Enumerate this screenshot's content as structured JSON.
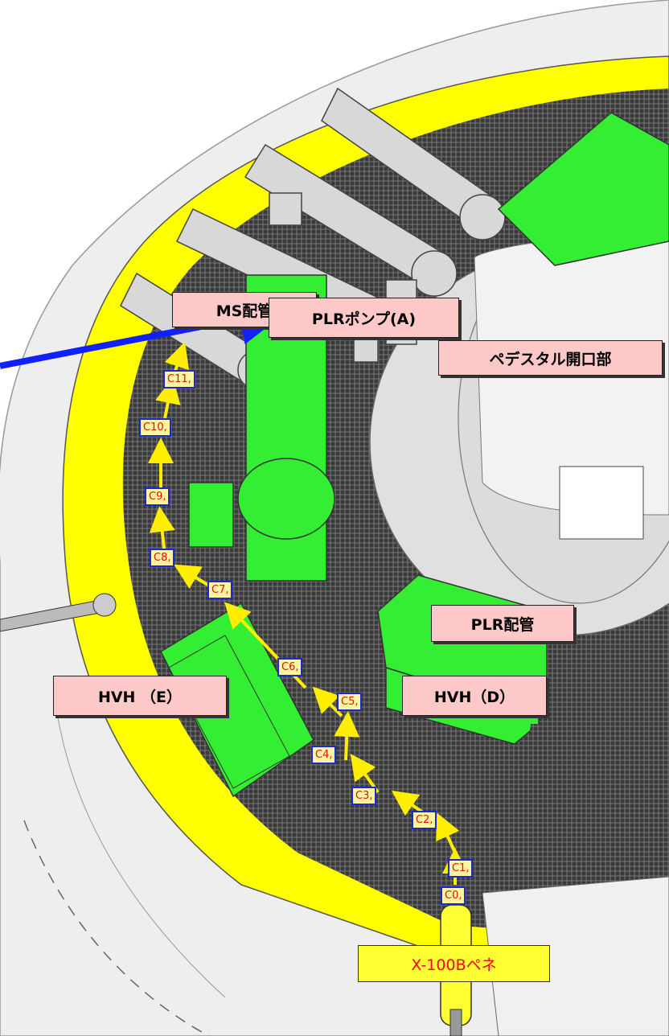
{
  "labels": {
    "ms_pipe": "MS配管",
    "pedestal_opening": "ペデスタル開口部",
    "plr_pump_a": "PLRポンプ(A)",
    "plr_pipe": "PLR配管",
    "hvh_e": "HVH （E）",
    "hvh_d": "HVH（D）",
    "penetration": "X-100Bペネ"
  },
  "checkpoints": [
    "C0,",
    "C1,",
    "C2,",
    "C3,",
    "C4,",
    "C5,",
    "C6,",
    "C7,",
    "C8,",
    "C9,",
    "C10,",
    "C11,"
  ],
  "colors": {
    "annular_wall": "#ffff00",
    "equipment": "#33ee33",
    "grating": "#3a3a3a",
    "concrete": "#eeeeee",
    "route_arrow": "#ffee00",
    "pointer_arrow": "#1020ff",
    "label_fill": "#fcc8c8",
    "checkpoint_fill": "#fff4a0",
    "checkpoint_text": "#e01010"
  }
}
